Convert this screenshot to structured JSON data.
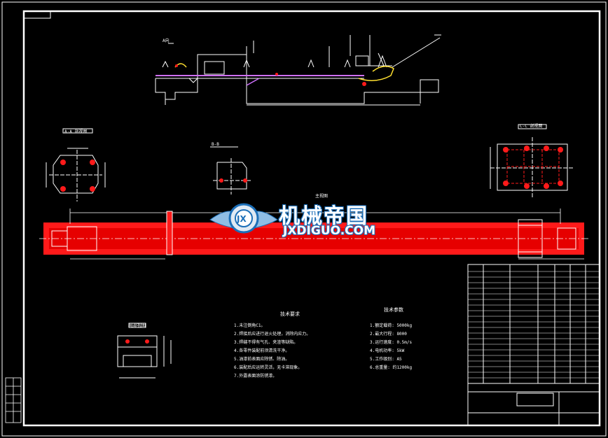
{
  "watermark": {
    "cn": "机械帝国",
    "en": "JXDIGUO.COM",
    "badge": "JX"
  },
  "labels": {
    "top_view": "A向",
    "section_left": "A-A 剖视图",
    "section_mid": "B-B",
    "section_right": "C-C 剖视图",
    "main_view": "主视图",
    "detail_bottom": "局部视图",
    "tech_title": "技术要求",
    "param_title": "技术参数"
  },
  "tech_requirements": [
    "1.未注倒角C1。",
    "2.焊接后应进行退火处理，消除内应力。",
    "3.焊缝不得有气孔、夹渣等缺陷。",
    "4.各零件装配前须清洗干净。",
    "5.油漆前表面应除锈、除油。",
    "6.装配后应运转灵活，无卡滞现象。",
    "7.外露表面涂防锈漆。"
  ],
  "tech_params": [
    "1.额定载荷: 5000kg",
    "2.最大行程: 8000",
    "3.运行速度: 0.5m/s",
    "4.电机功率: 5kW",
    "5.工作级别: A5",
    "6.总重量: 约1200kg"
  ],
  "colors": {
    "line": "#ffffff",
    "accent": "#ff1a1a",
    "magenta": "#d070ff",
    "yellow": "#ffe030",
    "blue": "#1c6fb8"
  }
}
